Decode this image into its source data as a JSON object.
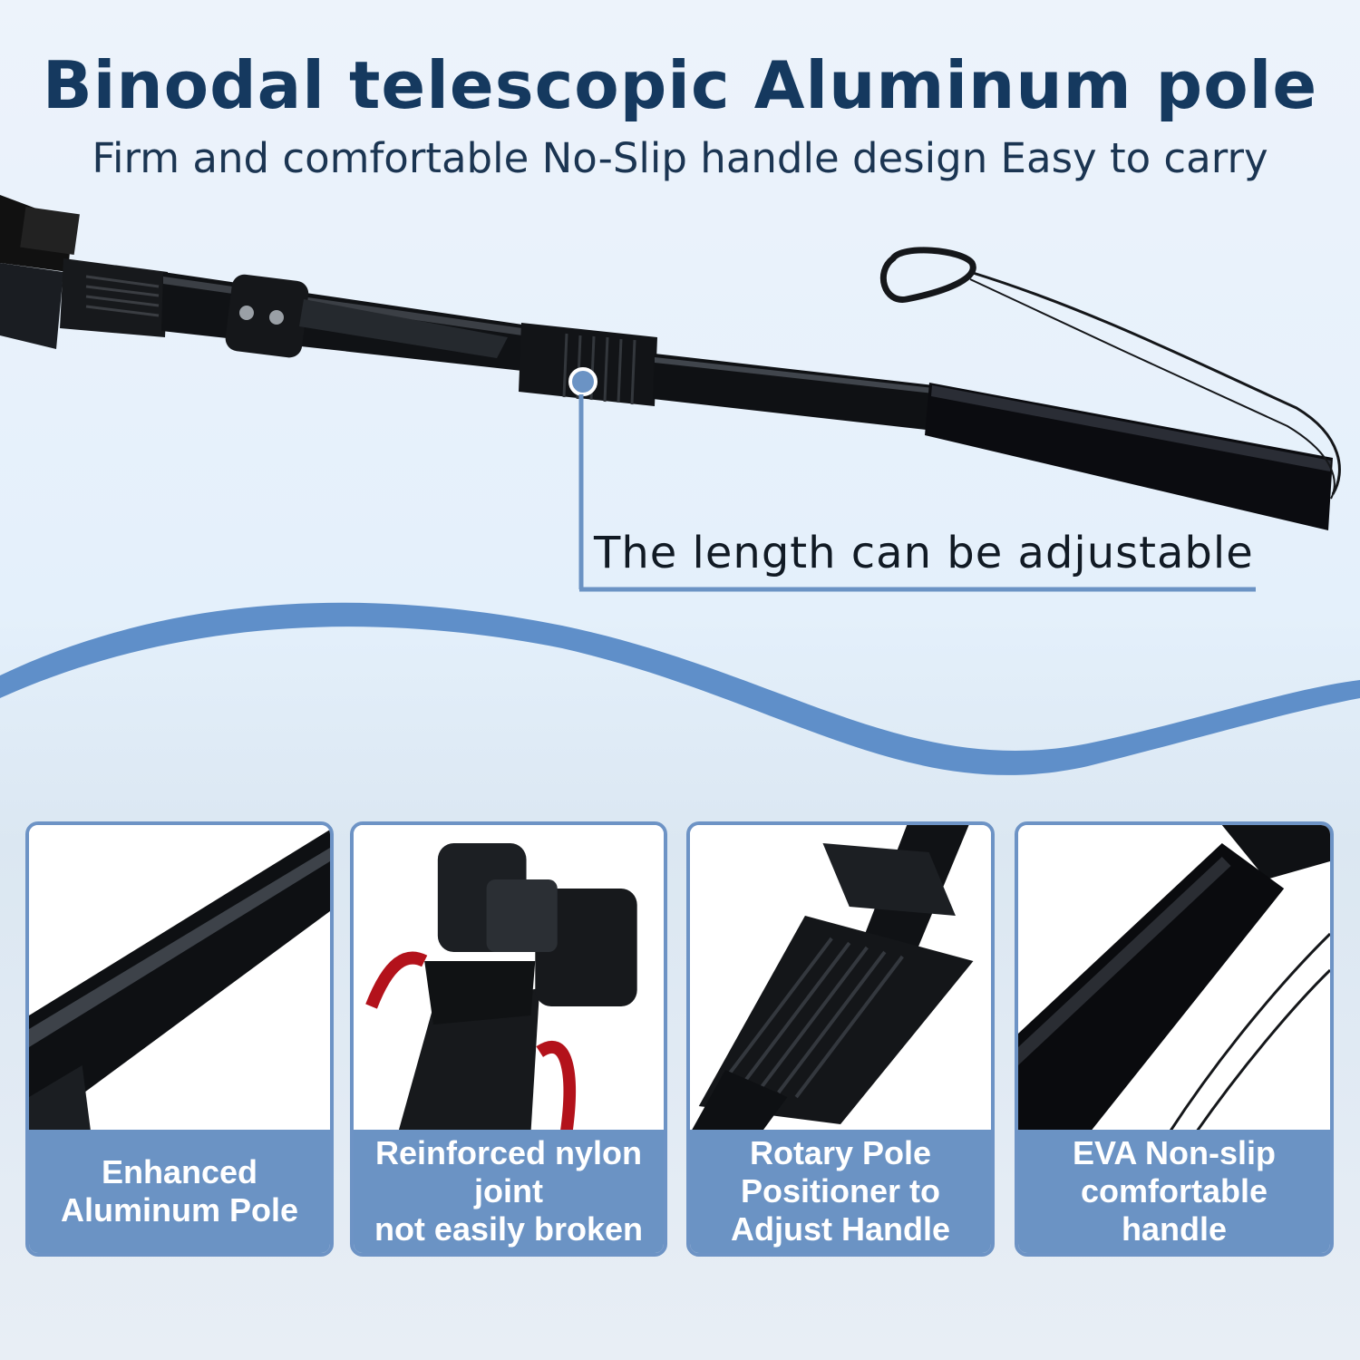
{
  "header": {
    "title": "Binodal telescopic Aluminum pole",
    "subtitle": "Firm and comfortable No-Slip handle design Easy to carry"
  },
  "callout": {
    "text": "The length can be adjustable"
  },
  "features": [
    {
      "line1": "Enhanced",
      "line2": "Aluminum Pole",
      "line3": ""
    },
    {
      "line1": "Reinforced nylon joint",
      "line2": "not easily broken",
      "line3": ""
    },
    {
      "line1": "Rotary Pole",
      "line2": "Positioner to",
      "line3": "Adjust Handle"
    },
    {
      "line1": "EVA Non-slip",
      "line2": "comfortable handle",
      "line3": ""
    }
  ],
  "colors": {
    "title": "#15395f",
    "accent_blue": "#6b93c4",
    "wave_blue": "#5f8fc9"
  }
}
